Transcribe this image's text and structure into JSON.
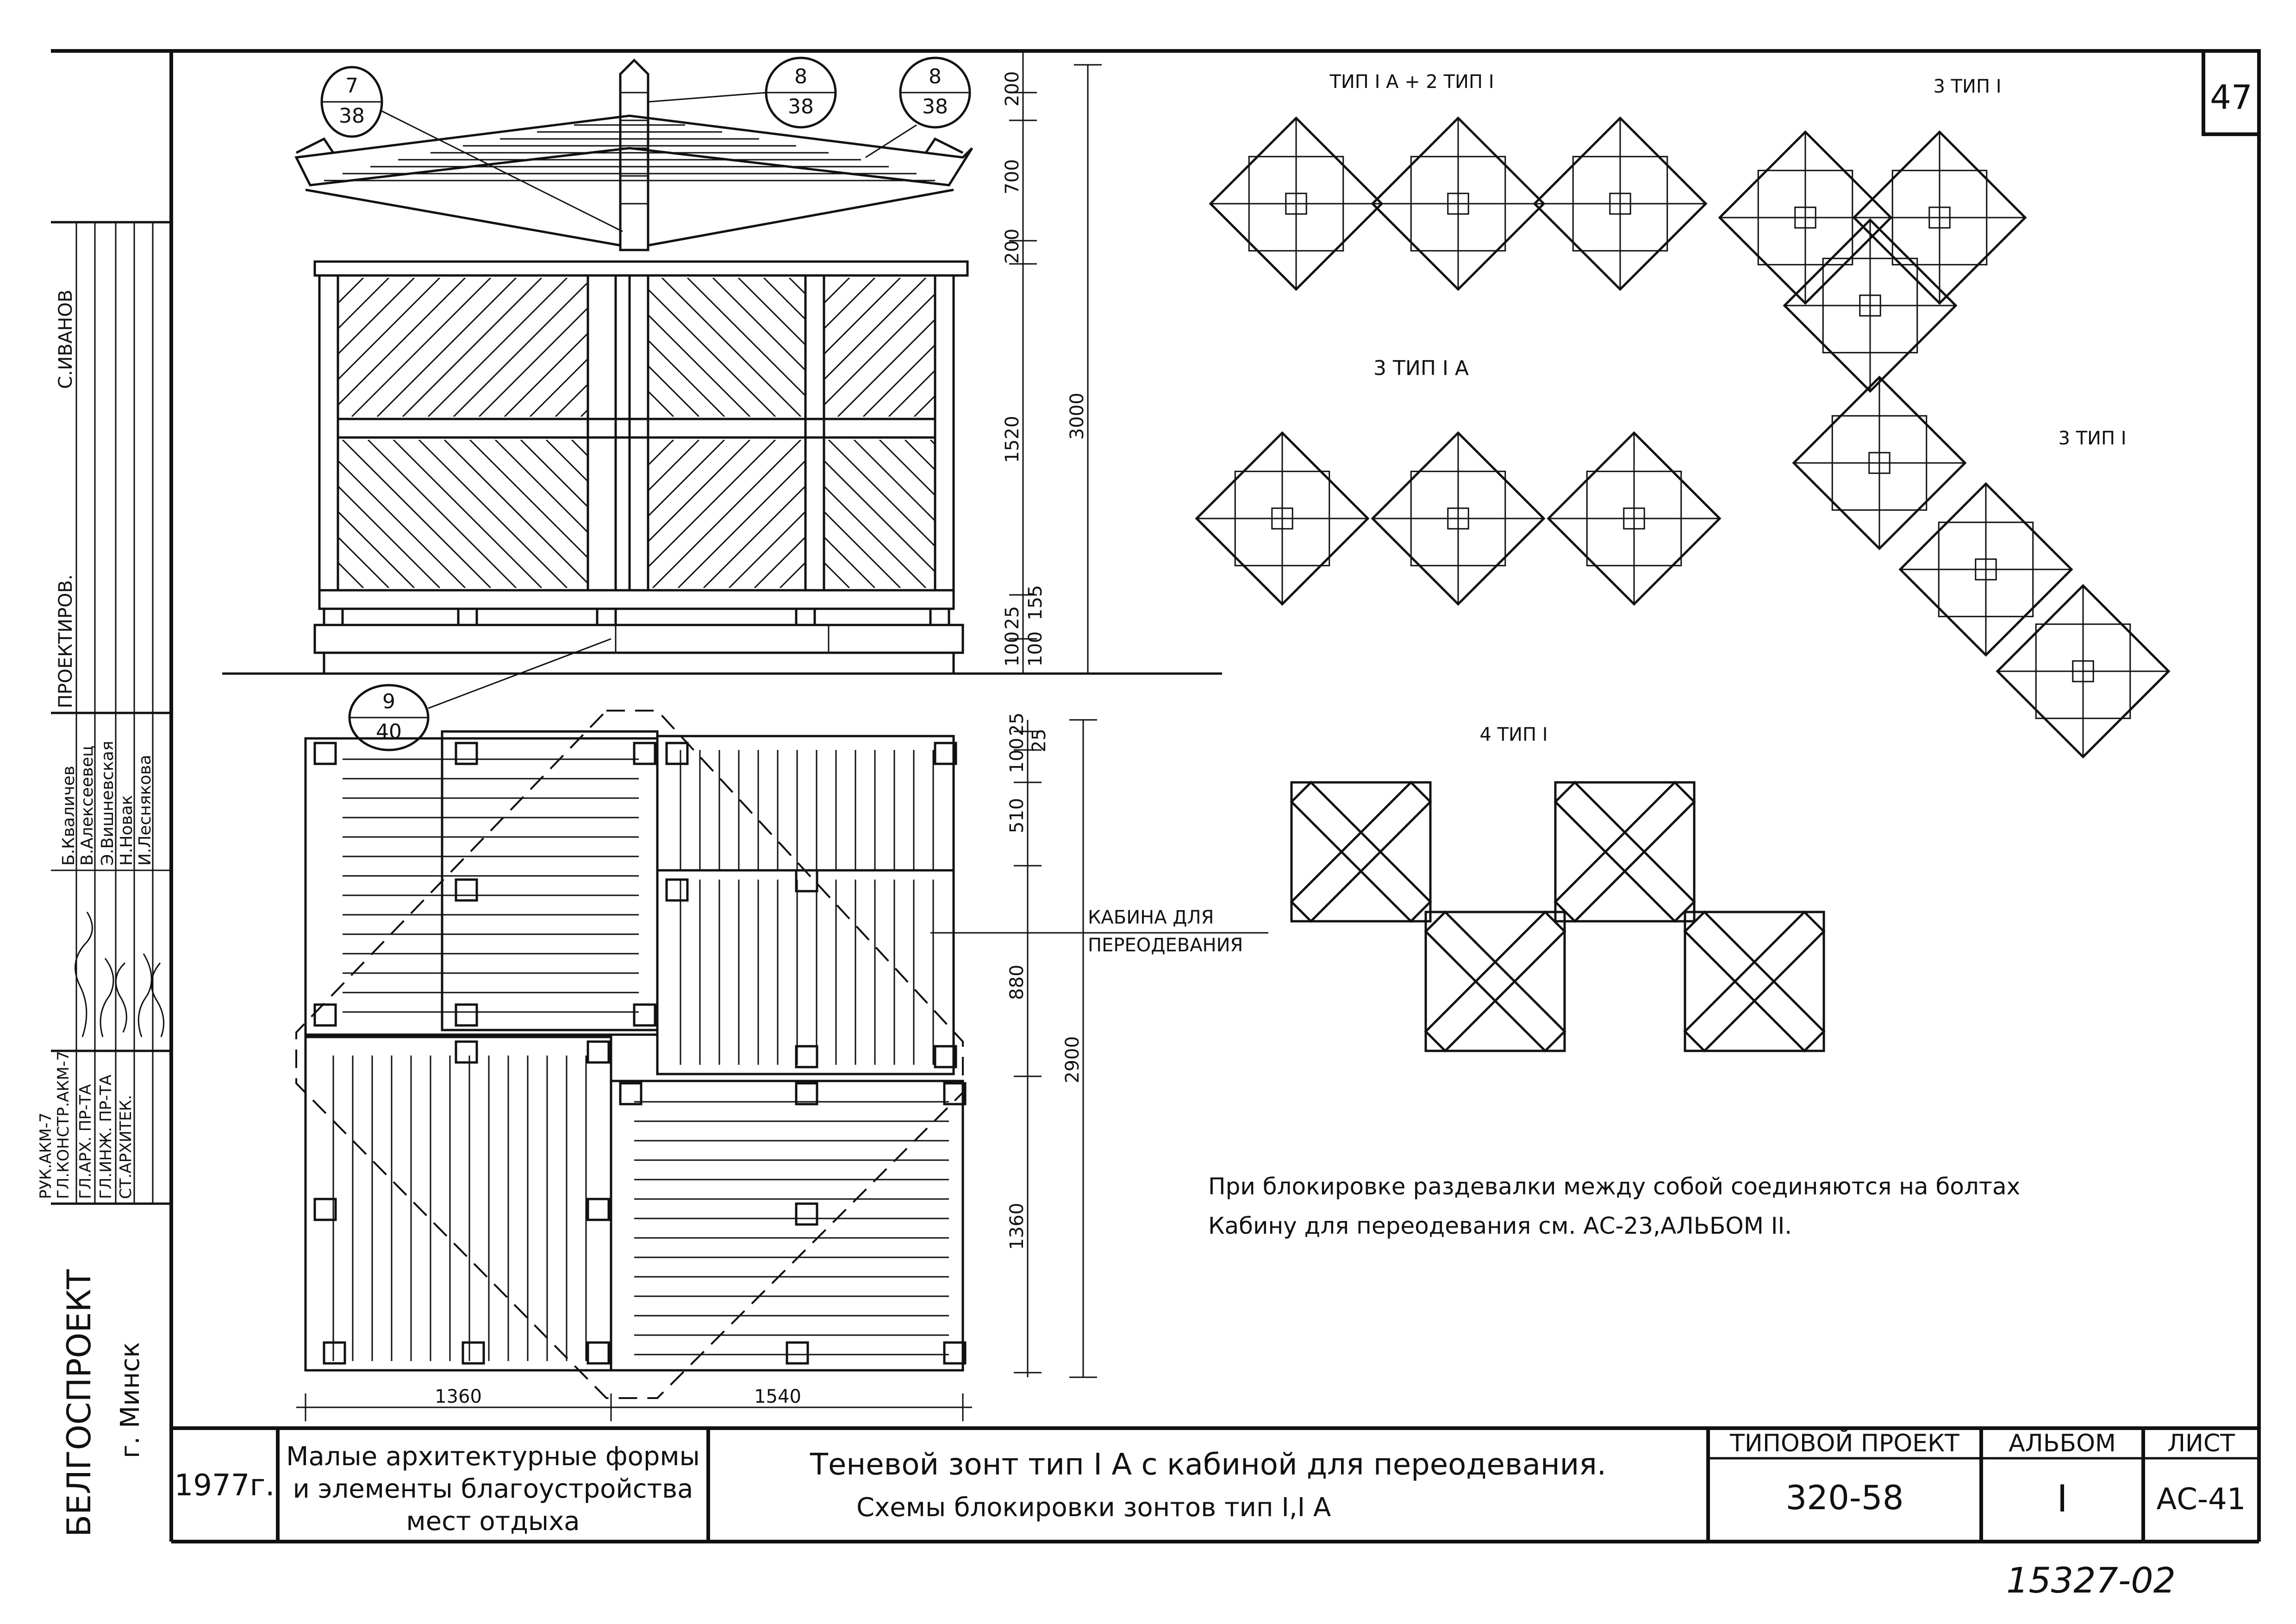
{
  "sheet_number": "47",
  "side_stamp": {
    "org": "БЕЛГОСПРОЕКТ",
    "city": "г. Минск",
    "section": "ПРОЕКТИРОВ.",
    "top_name": "С.ИВАНОВ",
    "roles": [
      "РУК.АКМ-7",
      "ГЛ.КОНСТР.АКМ-7",
      "ГЛ.АРХ. ПР-ТА",
      "ГЛ.ИНЖ. ПР-ТА",
      "СТ.АРХИТЕК."
    ],
    "names": [
      "Б.Кваличев",
      "В.Алексеевец",
      "Э.Вишневская",
      "Н.Новак",
      "И.Леснякова"
    ]
  },
  "callouts": [
    {
      "num": "7",
      "sheet": "38"
    },
    {
      "num": "8",
      "sheet": "38"
    },
    {
      "num": "8",
      "sheet": "38"
    },
    {
      "num": "9",
      "sheet": "40"
    }
  ],
  "elevation_dims": {
    "right": [
      "200",
      "700",
      "200",
      "1520",
      "100",
      "25",
      "100",
      "155"
    ],
    "total": "3000"
  },
  "plan_dims": {
    "right": [
      "25",
      "100",
      "25",
      "510",
      "880",
      "1360"
    ],
    "total": "2900",
    "bottom": [
      "1360",
      "1540"
    ]
  },
  "cabin_label": [
    "КАБИНА ДЛЯ",
    "ПЕРЕОДЕВАНИЯ"
  ],
  "schemes": [
    {
      "label": "ТИП I А + 2 ТИП I"
    },
    {
      "label": "3 ТИП I"
    },
    {
      "label": "3 ТИП I А"
    },
    {
      "label": "3 ТИП I"
    },
    {
      "label": "4 ТИП I"
    }
  ],
  "notes": [
    "При блокировке раздевалки между собой соединяются на болтах",
    "Кабину для переодевания см. АС-23,АЛЬБОМ II."
  ],
  "title_block": {
    "year": "1977г.",
    "album_title": [
      "Малые архитектурные формы",
      "и элементы благоустройства",
      "мест отдыха"
    ],
    "sheet_title": [
      "Теневой зонт тип I А с кабиной для переодевания.",
      "Схемы блокировки зонтов тип I,I А"
    ],
    "project_label": "ТИПОВОЙ ПРОЕКТ",
    "project_number": "320-58",
    "album_label": "АЛЬБОМ",
    "album_number": "I",
    "sheet_label": "ЛИСТ",
    "sheet_code": "АС-41"
  },
  "inventory_number": "15327-02"
}
